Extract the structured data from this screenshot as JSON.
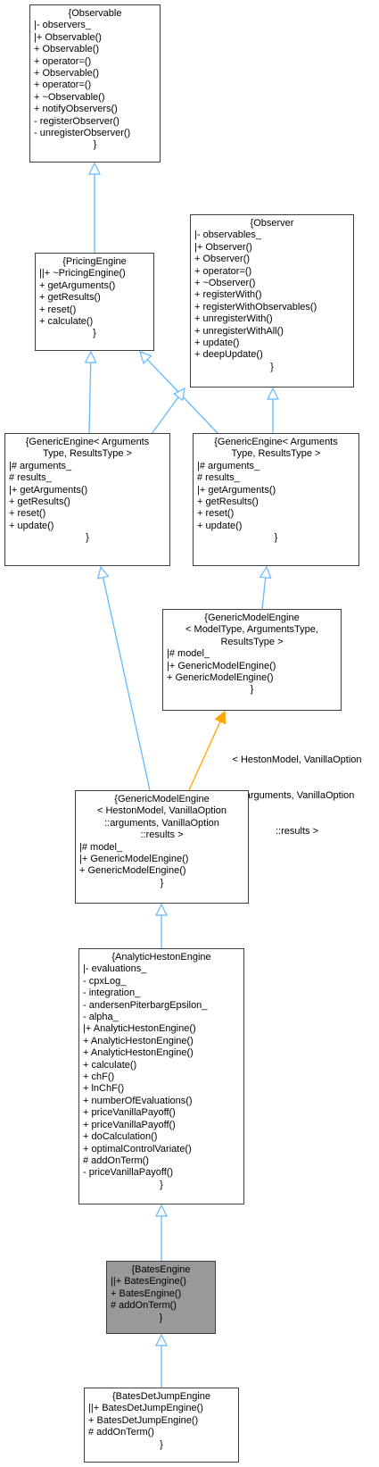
{
  "colors": {
    "inherit_edge": "#63b8ff",
    "template_edge": "#ffa500",
    "highlight_fill": "#999999",
    "border": "#3f3f3f"
  },
  "nodes": {
    "observable": {
      "title": "{Observable",
      "members": [
        "|- observers_",
        "|+ Observable()",
        "+ Observable()",
        "+ operator=()",
        "+ Observable()",
        "+ operator=()",
        "+ ~Observable()",
        "+ notifyObservers()",
        "- registerObserver()",
        "- unregisterObserver()"
      ],
      "close": "}"
    },
    "observer": {
      "title": "{Observer",
      "members": [
        "|- observables_",
        "|+ Observer()",
        "+ Observer()",
        "+ operator=()",
        "+ ~Observer()",
        "+ registerWith()",
        "+ registerWithObservables()",
        "+ unregisterWith()",
        "+ unregisterWithAll()",
        "+ update()",
        "+ deepUpdate()"
      ],
      "close": "}"
    },
    "pricing_engine": {
      "title": "{PricingEngine",
      "members": [
        "||+ ~PricingEngine()",
        "+ getArguments()",
        "+ getResults()",
        "+ reset()",
        "+ calculate()"
      ],
      "close": "}"
    },
    "generic_engine_left": {
      "title": [
        "{GenericEngine< Arguments",
        "Type, ResultsType >"
      ],
      "members": [
        "|# arguments_",
        "# results_",
        "|+ getArguments()",
        "+ getResults()",
        "+ reset()",
        "+ update()"
      ],
      "close": "}"
    },
    "generic_engine_right": {
      "title": [
        "{GenericEngine< Arguments",
        "Type, ResultsType >"
      ],
      "members": [
        "|# arguments_",
        "# results_",
        "|+ getArguments()",
        "+ getResults()",
        "+ reset()",
        "+ update()"
      ],
      "close": "}"
    },
    "generic_model_engine_tpl": {
      "title": [
        "{GenericModelEngine",
        "< ModelType, ArgumentsType,",
        "ResultsType >"
      ],
      "members": [
        "|# model_",
        "|+ GenericModelEngine()",
        "+ GenericModelEngine()"
      ],
      "close": "}"
    },
    "generic_model_engine_heston": {
      "title": [
        "{GenericModelEngine",
        "< HestonModel, VanillaOption",
        "::arguments, VanillaOption",
        "::results >"
      ],
      "members": [
        "|# model_",
        "|+ GenericModelEngine()",
        "+ GenericModelEngine()"
      ],
      "close": "}"
    },
    "analytic_heston_engine": {
      "title": "{AnalyticHestonEngine",
      "members": [
        "|- evaluations_",
        "- cpxLog_",
        "- integration_",
        "- andersenPiterbargEpsilon_",
        "- alpha_",
        "|+ AnalyticHestonEngine()",
        "+ AnalyticHestonEngine()",
        "+ AnalyticHestonEngine()",
        "+ calculate()",
        "+ chF()",
        "+ lnChF()",
        "+ numberOfEvaluations()",
        "+ priceVanillaPayoff()",
        "+ priceVanillaPayoff()",
        "+ doCalculation()",
        "+ optimalControlVariate()",
        "# addOnTerm()",
        "- priceVanillaPayoff()"
      ],
      "close": "}"
    },
    "bates_engine": {
      "title": "{BatesEngine",
      "members": [
        "||+ BatesEngine()",
        "+ BatesEngine()",
        "# addOnTerm()"
      ],
      "close": "}"
    },
    "bates_det_jump_engine": {
      "title": "{BatesDetJumpEngine",
      "members": [
        "||+ BatesDetJumpEngine()",
        "+ BatesDetJumpEngine()",
        "# addOnTerm()"
      ],
      "close": "}"
    }
  },
  "template_label": [
    "< HestonModel, VanillaOption",
    "::arguments, VanillaOption",
    "::results >"
  ]
}
